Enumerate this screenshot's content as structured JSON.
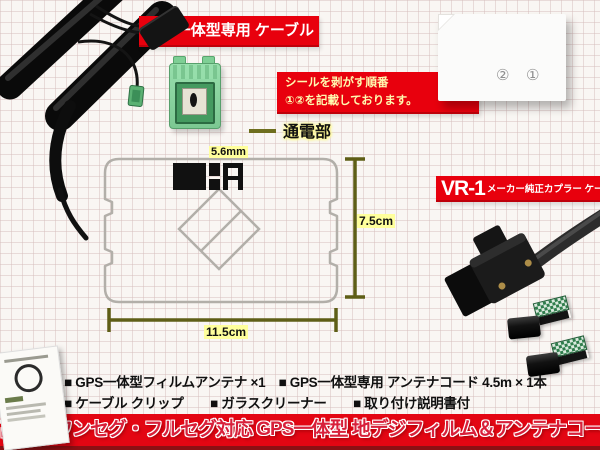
{
  "colors": {
    "accent_red": "#e8000d",
    "footer_red": "#e30613",
    "highlight_yellow": "#ffff9c",
    "measure_olive": "#62621a",
    "connector_green": "#8ed8a2",
    "footer_text_pink": "#d8203a"
  },
  "top": {
    "gps_cable_banner": "GPS一体型専用 ケーブル",
    "seal_note_line1": "シールを剥がす順番",
    "seal_note_line2": "①②を記載しております。",
    "power_contact_label": "通電部",
    "sticker_step2": "②",
    "sticker_step1": "①"
  },
  "diagram": {
    "feed_width": "5.6mm",
    "film_height": "7.5cm",
    "film_width": "11.5cm"
  },
  "right": {
    "vr1_model": "VR-1",
    "vr1_desc": "メーカー純正カプラー ケーブル"
  },
  "contents": {
    "line1": "■ GPS一体型フィルムアンテナ ×1　■ GPS一体型専用 アンテナコード 4.5m × 1本",
    "line2": "■ ケーブル クリップ　　■ ガラスクリーナー　　■ 取り付け説明書付"
  },
  "footer": {
    "title": "高感度ワンセグ・フルセグ対応 GPS一体型 地デジフィルム＆アンテナコード セット"
  }
}
